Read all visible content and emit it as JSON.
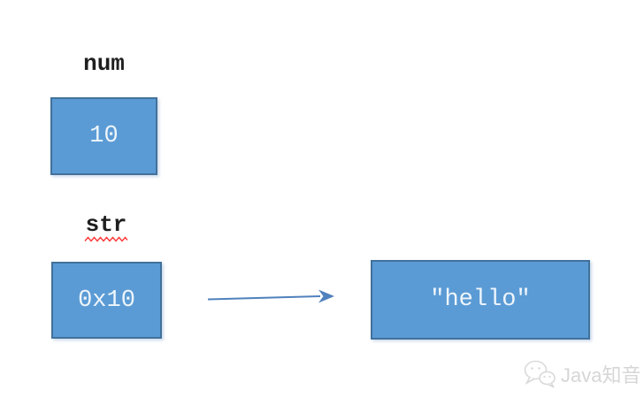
{
  "diagram": {
    "num": {
      "label": "num",
      "value": "10"
    },
    "str": {
      "label": "str",
      "value": "0x10"
    },
    "heap_string": {
      "value": "″hello″"
    },
    "arrow": {
      "from": "str-value-box",
      "to": "heap-string-box"
    }
  },
  "watermark": {
    "text": "Java知音",
    "icon": "wechat-icon"
  },
  "colors": {
    "background": "#ffffff",
    "box_fill": "#5b9bd5",
    "box_border": "#41719c",
    "box_text": "#eef5fb",
    "label_text": "#1f1f1f",
    "arrow": "#4f81bd",
    "squiggle": "#ff3a3a",
    "watermark_text": "#d6d6d6",
    "watermark_icon": "#d9d9d9"
  }
}
